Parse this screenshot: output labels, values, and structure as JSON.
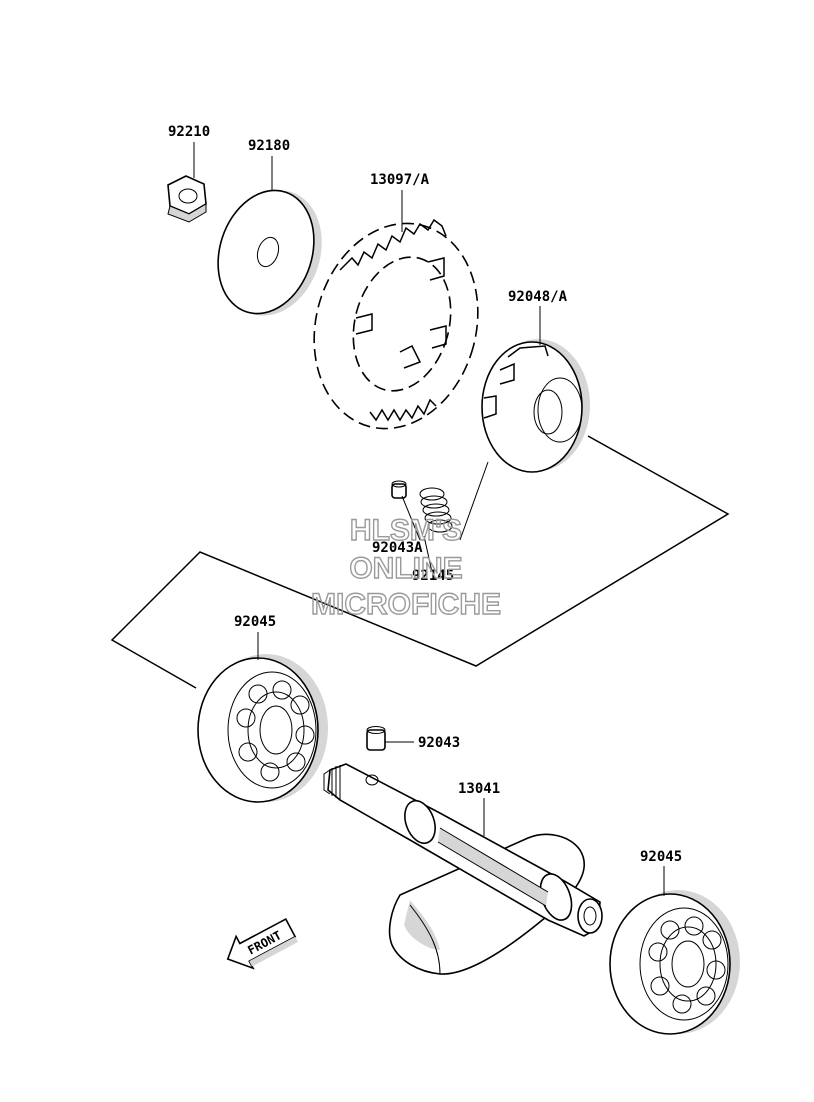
{
  "labels": {
    "p92210": "92210",
    "p92180": "92180",
    "p13097": "13097/A",
    "p92048": "92048/A",
    "p92043a": "92043A",
    "p92145": "92145",
    "p92045_top": "92045",
    "p92043": "92043",
    "p13041": "13041",
    "p92045_bottom": "92045"
  },
  "watermark": {
    "line1": "HLSM'S",
    "line2": "ONLINE",
    "line3": "MICROFICHE"
  },
  "front_arrow": "FRONT"
}
